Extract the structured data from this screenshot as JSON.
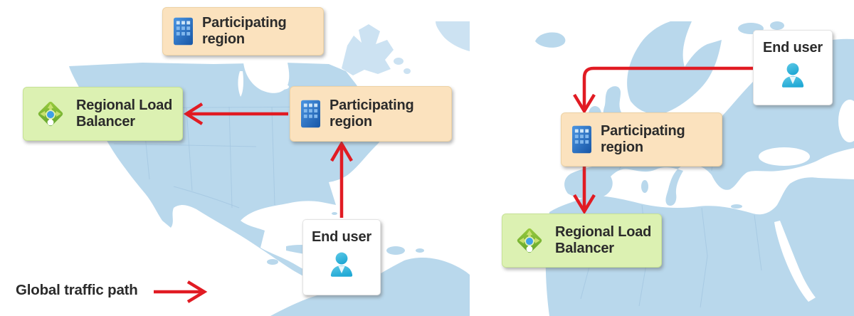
{
  "legend": {
    "label": "Global traffic path"
  },
  "nodes": {
    "participating_region": "Participating region",
    "regional_load_balancer": "Regional Load Balancer",
    "end_user": "End user"
  },
  "icons": {
    "building": "building-icon",
    "load_balancer": "load-balancer-icon",
    "person": "person-icon",
    "traffic_arrow": "red-arrow"
  },
  "colors": {
    "region-box": "#FBE2BE",
    "region-box-border": "#EDD2A4",
    "lb-box": "#DCF1B2",
    "lb-box-border": "#C7E296",
    "user-box": "#FFFFFF",
    "user-box-border": "#E3E3E3",
    "arrow": "#E11B23",
    "land": "#B9D8EC",
    "land-pale": "#CCE2F2",
    "map-border": "#A3C6E0",
    "text": "#2B2B2B"
  }
}
